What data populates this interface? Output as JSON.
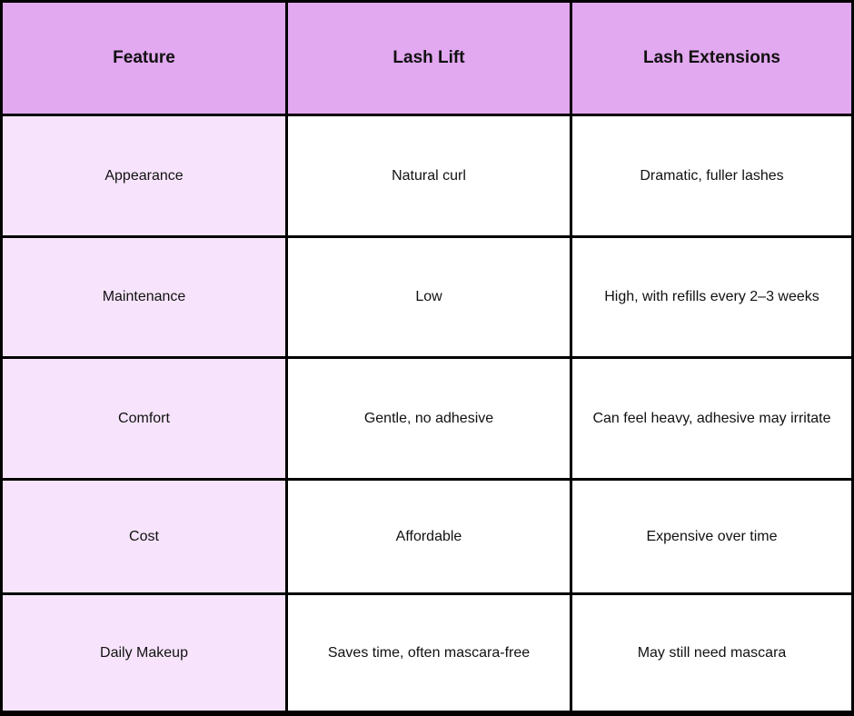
{
  "table": {
    "headers": [
      "Feature",
      "Lash Lift",
      "Lash Extensions"
    ],
    "rows": [
      [
        "Appearance",
        "Natural curl",
        "Dramatic, fuller lashes"
      ],
      [
        "Maintenance",
        "Low",
        "High, with refills every 2–3 weeks"
      ],
      [
        "Comfort",
        "Gentle, no adhesive",
        "Can feel heavy, adhesive may irritate"
      ],
      [
        "Cost",
        "Affordable",
        "Expensive over time"
      ],
      [
        "Daily Makeup",
        "Saves time, often mascara-free",
        "May still need mascara"
      ]
    ]
  },
  "colors": {
    "header_bg": "#e2a8f0",
    "feature_bg": "#f7e4fc",
    "value_bg": "#ffffff",
    "border": "#000000"
  }
}
